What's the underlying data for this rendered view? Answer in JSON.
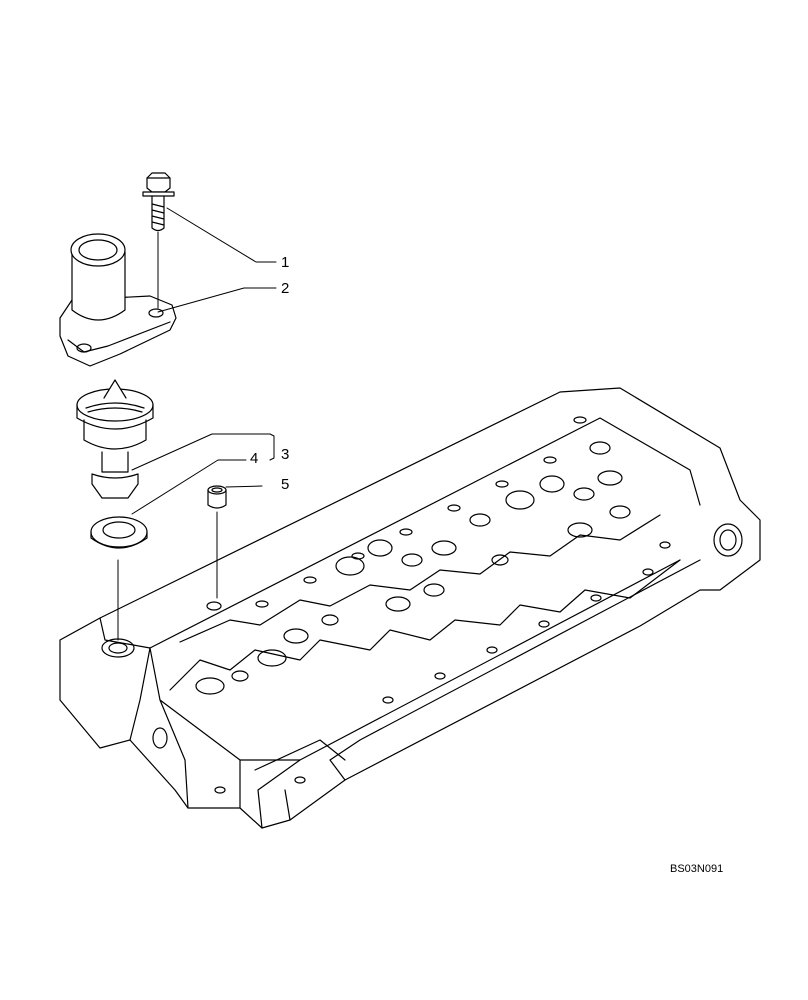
{
  "callouts": {
    "c1": "1",
    "c2": "2",
    "c3": "3",
    "c4": "4",
    "c5": "5"
  },
  "drawing_id": "BS03N091",
  "colors": {
    "line": "#000000",
    "background": "#ffffff"
  }
}
